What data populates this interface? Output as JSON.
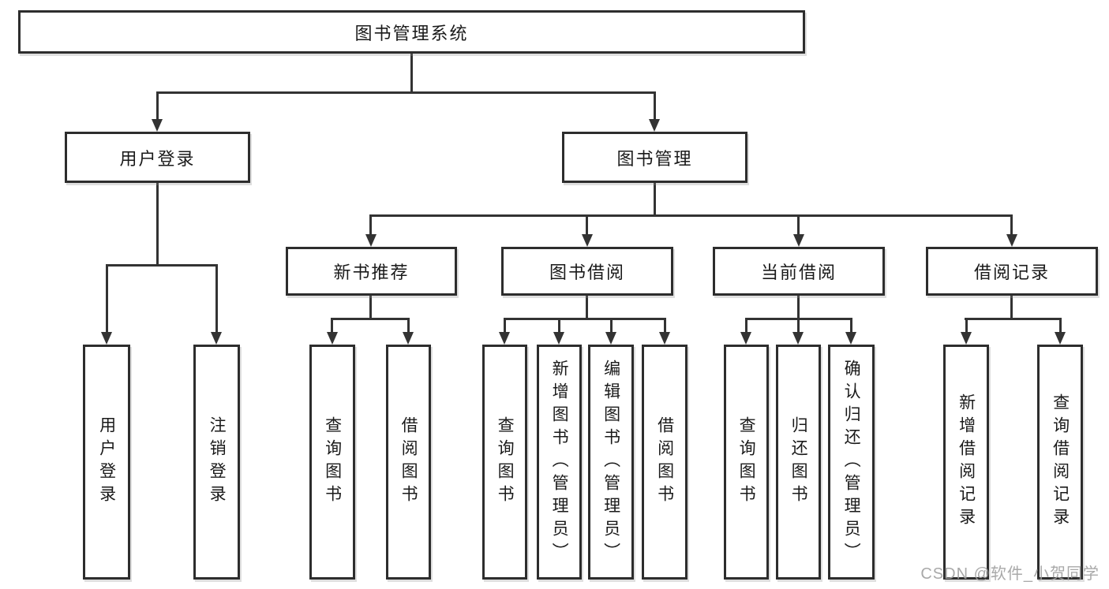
{
  "colors": {
    "line": "#333333",
    "border": "#2d2d2d",
    "text": "#1a1a1a",
    "watermark": "#a0a0a0",
    "background": "#ffffff"
  },
  "tree": {
    "root": {
      "label": "图书管理系统"
    },
    "branches": [
      {
        "label": "用户登录",
        "children": [
          {
            "label": "用户登录"
          },
          {
            "label": "注销登录"
          }
        ]
      },
      {
        "label": "图书管理",
        "children": [
          {
            "label": "新书推荐",
            "children": [
              {
                "label": "查询图书"
              },
              {
                "label": "借阅图书"
              }
            ]
          },
          {
            "label": "图书借阅",
            "children": [
              {
                "label": "查询图书"
              },
              {
                "label": "新增图书（管理员）"
              },
              {
                "label": "编辑图书（管理员）"
              },
              {
                "label": "借阅图书"
              }
            ]
          },
          {
            "label": "当前借阅",
            "children": [
              {
                "label": "查询图书"
              },
              {
                "label": "归还图书"
              },
              {
                "label": "确认归还（管理员）"
              }
            ]
          },
          {
            "label": "借阅记录",
            "children": [
              {
                "label": "新增借阅记录"
              },
              {
                "label": "查询借阅记录"
              }
            ]
          }
        ]
      }
    ]
  },
  "watermark": {
    "text": "CSDN @软件_小贺同学"
  }
}
